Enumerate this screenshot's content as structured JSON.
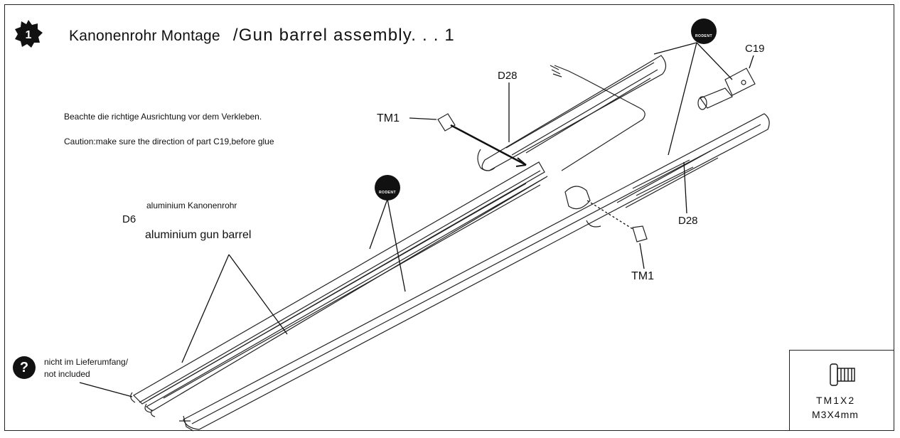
{
  "header": {
    "step_number": "1",
    "title_de": "Kanonenrohr Montage",
    "title_en": "/Gun barrel assembly. . . 1"
  },
  "notes": {
    "de": "Beachte die richtige Ausrichtung vor dem Verkleben.",
    "en": "Caution:make sure the direction of part C19,before glue"
  },
  "labels": {
    "c19": "C19",
    "d28_top": "D28",
    "d28_right": "D28",
    "tm1_left": "TM1",
    "tm1_right": "TM1",
    "d6": "D6",
    "d6_de": "aluminium Kanonenrohr",
    "d6_en": "aluminium gun barrel"
  },
  "not_included": {
    "icon": "question-icon",
    "symbol": "?",
    "de": "nicht im Lieferumfang/",
    "en": "not included"
  },
  "hardware_box": {
    "icon": "screw-icon",
    "line1": "TM1X2",
    "line2": "M3X4mm"
  },
  "tool_icons": [
    {
      "icon": "cutter-icon",
      "text": "RODENT"
    },
    {
      "icon": "cutter-icon",
      "text": "RODENT"
    }
  ],
  "colors": {
    "ink": "#111111",
    "background": "#ffffff"
  }
}
